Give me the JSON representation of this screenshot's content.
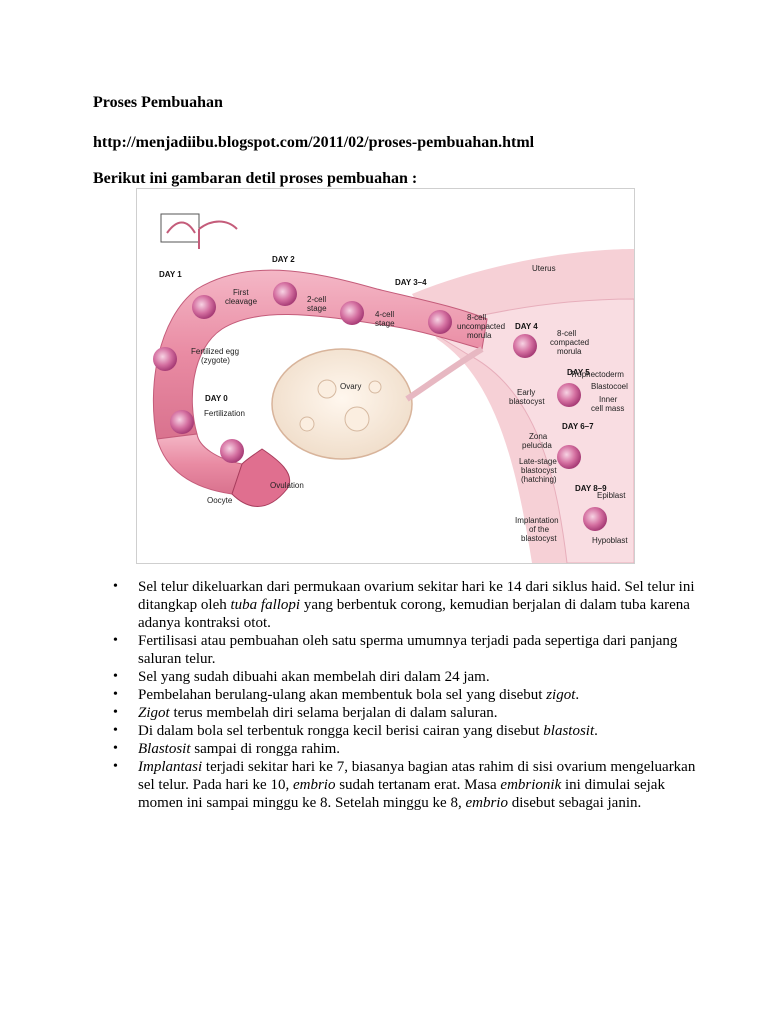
{
  "doc": {
    "title": "Proses Pembuahan",
    "url": "http://menjadiibu.blogspot.com/2011/02/proses-pembuahan.html",
    "intro": "Berikut ini gambaran detil proses pembuahan :"
  },
  "figure": {
    "labels": {
      "day1": "DAY 1",
      "day2": "DAY 2",
      "day34": "DAY 3–4",
      "day4": "DAY 4",
      "day5": "DAY 5",
      "day67": "DAY 6–7",
      "day89": "DAY 8–9",
      "day0": "DAY 0",
      "uterus": "Uterus",
      "first_cleavage_1": "First",
      "first_cleavage_2": "cleavage",
      "two_cell_1": "2-cell",
      "two_cell_2": "stage",
      "four_cell_1": "4-cell",
      "four_cell_2": "stage",
      "eight_unc_1": "8-cell",
      "eight_unc_2": "uncompacted",
      "eight_unc_3": "morula",
      "eight_comp_1": "8-cell",
      "eight_comp_2": "compacted",
      "eight_comp_3": "morula",
      "fert_egg_1": "Fertilized egg",
      "fert_egg_2": "(zygote)",
      "ovary": "Ovary",
      "fertilization": "Fertilization",
      "early_blast_1": "Early",
      "early_blast_2": "blastocyst",
      "trophectoderm": "Trophectoderm",
      "blastocoel": "Blastocoel",
      "inner_mass_1": "Inner",
      "inner_mass_2": "cell mass",
      "zona_1": "Zona",
      "zona_2": "pelucida",
      "late_blast_1": "Late-stage",
      "late_blast_2": "blastocyst",
      "late_blast_3": "(hatching)",
      "ovulation": "Ovulation",
      "oocyte": "Oocyte",
      "epiblast": "Epiblast",
      "implant_1": "Implantation",
      "implant_2": "of the",
      "implant_3": "blastocyst",
      "hypoblast": "Hypoblast"
    }
  },
  "list": {
    "item1": {
      "a": "Sel telur dikeluarkan dari permukaan ovarium sekitar hari ke 14 dari siklus haid. Sel telur ini ditangkap oleh ",
      "b": "tuba fallopi",
      "c": " yang berbentuk corong, kemudian berjalan di dalam tuba karena adanya kontraksi otot."
    },
    "item2": "Fertilisasi atau pembuahan oleh satu sperma umumnya terjadi pada sepertiga dari panjang saluran telur.",
    "item3": "Sel yang sudah dibuahi akan membelah diri dalam 24 jam.",
    "item4": {
      "a": "Pembelahan berulang-ulang akan membentuk bola sel yang disebut ",
      "b": "zigot",
      "c": "."
    },
    "item5": {
      "a": "Zigot",
      "b": " terus membelah diri selama berjalan di dalam saluran."
    },
    "item6": {
      "a": "Di dalam bola sel terbentuk rongga kecil berisi cairan yang disebut ",
      "b": "blastosit",
      "c": "."
    },
    "item7": {
      "a": "Blastosit",
      "b": " sampai di rongga rahim."
    },
    "item8": {
      "a": "Implantasi",
      "b": " terjadi sekitar hari ke 7, biasanya bagian atas rahim di sisi ovarium mengeluarkan sel telur. Pada hari ke 10, ",
      "c": "embrio",
      "d": " sudah tertanam erat. Masa ",
      "e": "embrionik",
      "f": " ini dimulai sejak momen ini sampai minggu ke 8. Setelah minggu ke 8, ",
      "g": "embrio",
      "h": " disebut sebagai janin."
    }
  }
}
